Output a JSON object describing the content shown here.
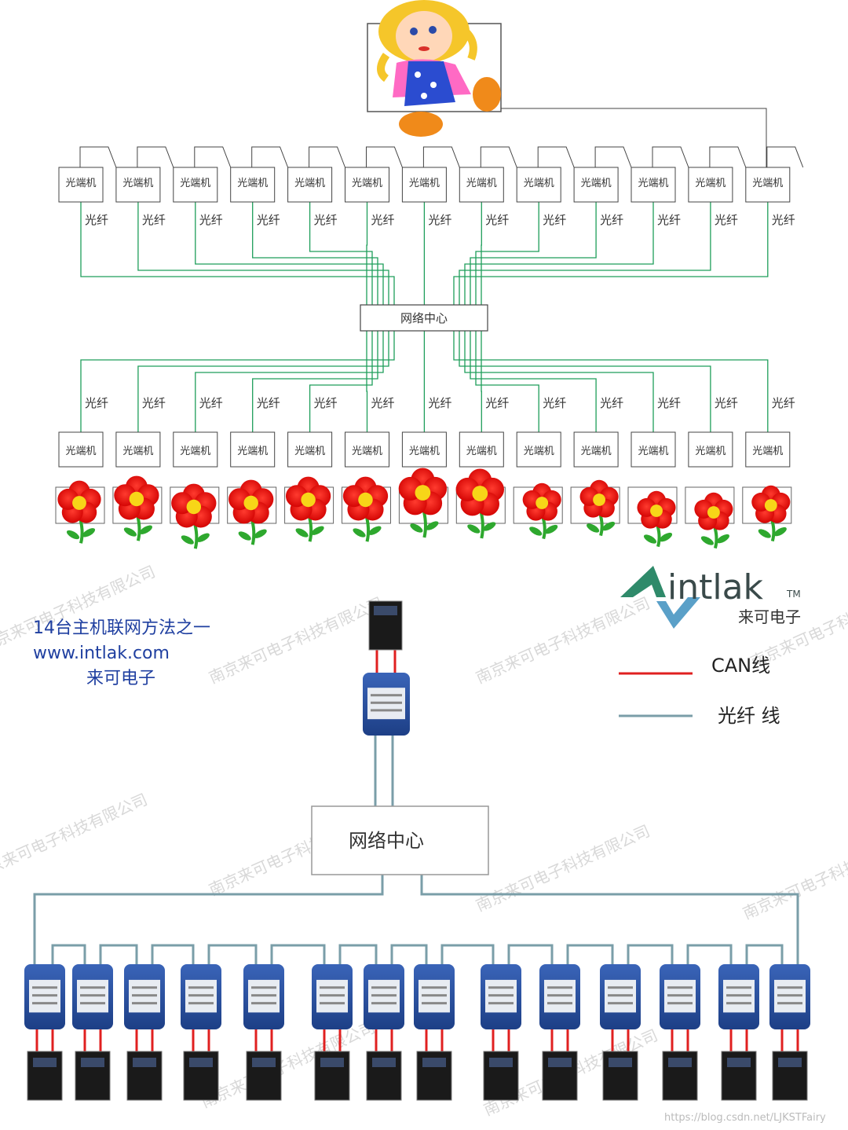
{
  "top_diagram": {
    "top_transceivers": [
      "光端机",
      "光端机",
      "光端机",
      "光端机",
      "光端机",
      "光端机",
      "光端机",
      "光端机",
      "光端机",
      "光端机",
      "光端机",
      "光端机",
      "光端机"
    ],
    "bottom_transceivers": [
      "光端机",
      "光端机",
      "光端机",
      "光端机",
      "光端机",
      "光端机",
      "光端机",
      "光端机",
      "光端机",
      "光端机",
      "光端机",
      "光端机",
      "光端机"
    ],
    "fiber_label": "光纤",
    "hub_label": "网络中心",
    "line_color": "#1e9e5a"
  },
  "bottom_diagram": {
    "title_line1": "14台主机联网方法之一",
    "title_line2": "www.intlak.com",
    "title_line3": "来可电子",
    "hub_label": "网络中心",
    "logo_text": "intlak",
    "logo_tm": "TM",
    "logo_sub": "来可电子",
    "watermark": "南京来可电子科技有限公司",
    "legend": [
      {
        "label": "CAN线",
        "color": "#e02020"
      },
      {
        "label": "光纤 线",
        "color": "#7a9ea8"
      }
    ],
    "device_count": 14,
    "title_color": "#1f3fa0"
  },
  "footer_url": "https://blog.csdn.net/LJKSTFairy"
}
